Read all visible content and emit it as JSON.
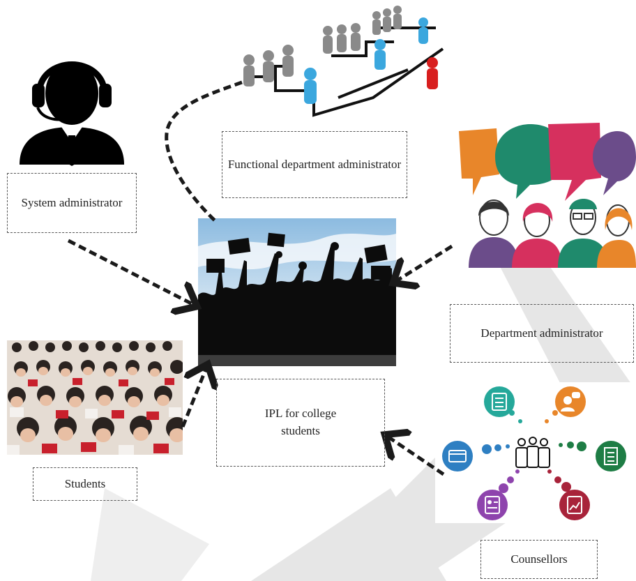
{
  "diagram": {
    "center": {
      "label": "IPL for college students"
    },
    "nodes": [
      {
        "id": "system-admin",
        "label": "System administrator",
        "icon": "headset-user-icon"
      },
      {
        "id": "functional-dept-admin",
        "label": "Functional department administrator",
        "icon": "org-chart-icon"
      },
      {
        "id": "dept-admin",
        "label": "Department administrator",
        "icon": "speech-bubbles-people-icon"
      },
      {
        "id": "students",
        "label": "Students",
        "icon": "student-crowd-photo"
      },
      {
        "id": "counsellors",
        "label": "Counsellors",
        "icon": "counsellor-network-icon"
      }
    ],
    "colors": {
      "watermark": "#e3e3e3",
      "arrow": "#1a1a1a",
      "sky": "#a9cbe6",
      "orange": "#e8862a",
      "teal": "#25a89a",
      "green": "#1e7d45",
      "purple": "#8e44ad",
      "blue": "#2e7fc2",
      "crimson": "#a8233a"
    }
  }
}
